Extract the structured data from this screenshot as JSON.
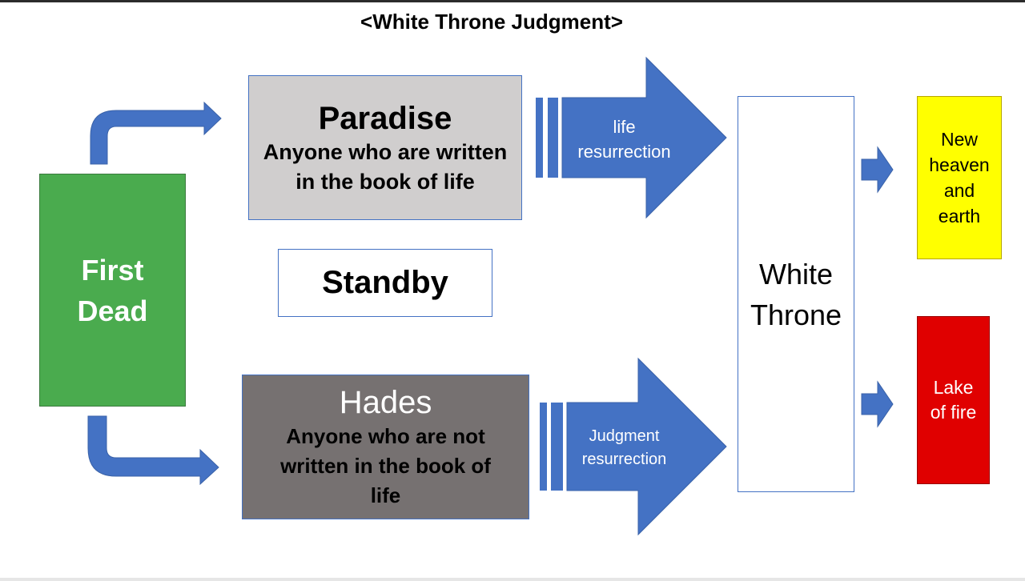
{
  "title": "<White Throne Judgment>",
  "colors": {
    "arrow": "#4472c4",
    "first_dead": "#4aab4e",
    "paradise": "#d0cece",
    "hades": "#767171",
    "new_heaven": "#ffff00",
    "lake_of_fire": "#e00000"
  },
  "first_dead": {
    "lines": [
      "First",
      "Dead"
    ]
  },
  "paradise": {
    "heading": "Paradise",
    "sub_lines": [
      "Anyone who are written",
      "in the book of life"
    ]
  },
  "standby": {
    "label": "Standby"
  },
  "hades": {
    "heading": "Hades",
    "sub_lines": [
      "Anyone who are not",
      "written in the book of",
      "life"
    ]
  },
  "life_resurrection": {
    "lines": [
      "life",
      "resurrection"
    ]
  },
  "judgment_resurrection": {
    "lines": [
      "Judgment",
      "resurrection"
    ]
  },
  "white_throne": {
    "lines": [
      "White",
      "Throne"
    ]
  },
  "new_heaven": {
    "lines": [
      "New",
      "heaven",
      "and",
      "earth"
    ]
  },
  "lake_of_fire": {
    "lines": [
      "Lake",
      "of fire"
    ]
  }
}
